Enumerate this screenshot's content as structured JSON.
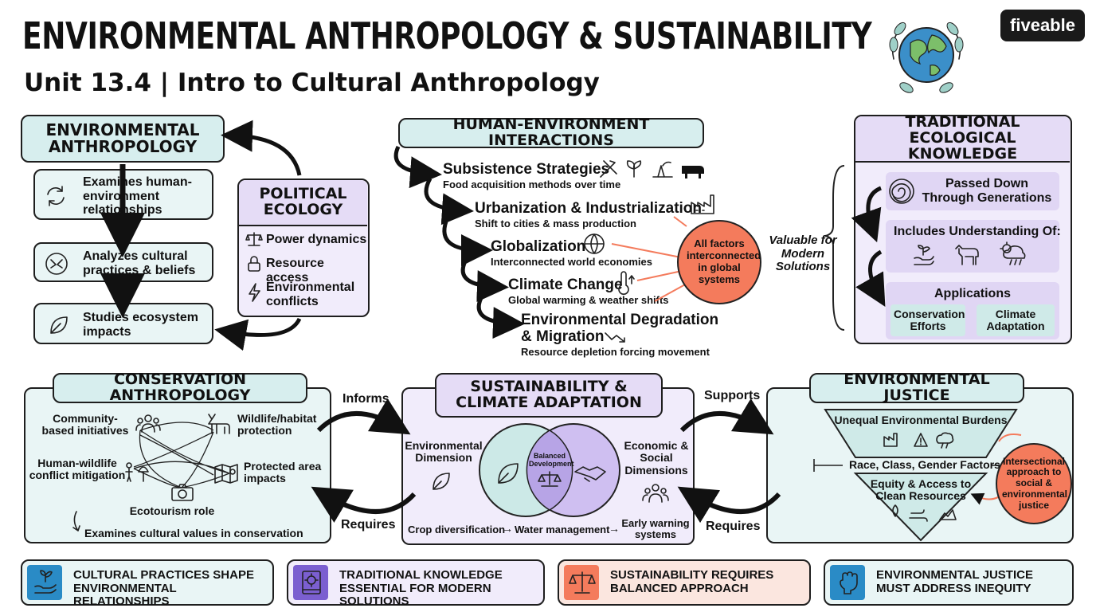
{
  "header": {
    "title": "ENVIRONMENTAL ANTHROPOLOGY & SUSTAINABILITY",
    "subtitle": "Unit 13.4 | Intro to Cultural Anthropology",
    "logo": "fiveable"
  },
  "env_anth": {
    "title": "ENVIRONMENTAL ANTHROPOLOGY",
    "items": [
      "Examines human-environment relationships",
      "Analyzes cultural practices & beliefs",
      "Studies ecosystem impacts"
    ]
  },
  "pol_eco": {
    "title": "POLITICAL ECOLOGY",
    "items": [
      "Power dynamics",
      "Resource access",
      "Environmental conflicts"
    ]
  },
  "hei": {
    "title": "HUMAN-ENVIRONMENT INTERACTIONS",
    "steps": [
      {
        "name": "Subsistence Strategies",
        "desc": "Food acquisition methods over time"
      },
      {
        "name": "Urbanization & Industrialization",
        "desc": "Shift to cities & mass production"
      },
      {
        "name": "Globalization",
        "desc": "Interconnected world economies"
      },
      {
        "name": "Climate Change",
        "desc": "Global warming & weather shifts"
      },
      {
        "name": "Environmental Degradation & Migration",
        "desc": "Resource depletion forcing movement"
      }
    ],
    "bubble": "All factors interconnected in global systems"
  },
  "tek": {
    "title": "TRADITIONAL ECOLOGICAL KNOWLEDGE",
    "passed": "Passed Down Through Generations",
    "includes": "Includes Understanding Of:",
    "applications": "Applications",
    "app_items": [
      "Conservation Efforts",
      "Climate Adaptation"
    ],
    "side_note": "Valuable for Modern Solutions"
  },
  "cons": {
    "title": "CONSERVATION ANTHROPOLOGY",
    "nodes": [
      "Community-based initiatives",
      "Wildlife/habitat protection",
      "Human-wildlife conflict mitigation",
      "Protected area impacts",
      "Ecotourism role"
    ],
    "note": "Examines cultural values in conservation"
  },
  "sust": {
    "title": "SUSTAINABILITY & CLIMATE ADAPTATION",
    "left": "Environmental Dimension",
    "right": "Economic & Social Dimensions",
    "center": "Balanced Development",
    "flow": [
      "Crop diversification",
      "Water management",
      "Early warning systems"
    ],
    "arrow": "→"
  },
  "ej": {
    "title": "ENVIRONMENTAL JUSTICE",
    "burdens": "Unequal Environmental Burdens",
    "factors": "Race, Class, Gender Factors",
    "equity": "Equity & Access to Clean Resources",
    "bubble": "Intersectional approach to social & environmental justice"
  },
  "links": {
    "informs": "Informs",
    "supports": "Supports",
    "requires1": "Requires",
    "requires2": "Requires"
  },
  "footer": [
    "CULTURAL PRACTICES SHAPE ENVIRONMENTAL RELATIONSHIPS",
    "TRADITIONAL KNOWLEDGE ESSENTIAL FOR MODERN SOLUTIONS",
    "SUSTAINABILITY REQUIRES BALANCED APPROACH",
    "ENVIRONMENTAL JUSTICE MUST ADDRESS INEQUITY"
  ],
  "colors": {
    "teal": "#d7eeee",
    "purple": "#e5dcf6",
    "orange": "#f47b5c",
    "blue": "#2a8bc6",
    "violet": "#7b5fd0"
  }
}
